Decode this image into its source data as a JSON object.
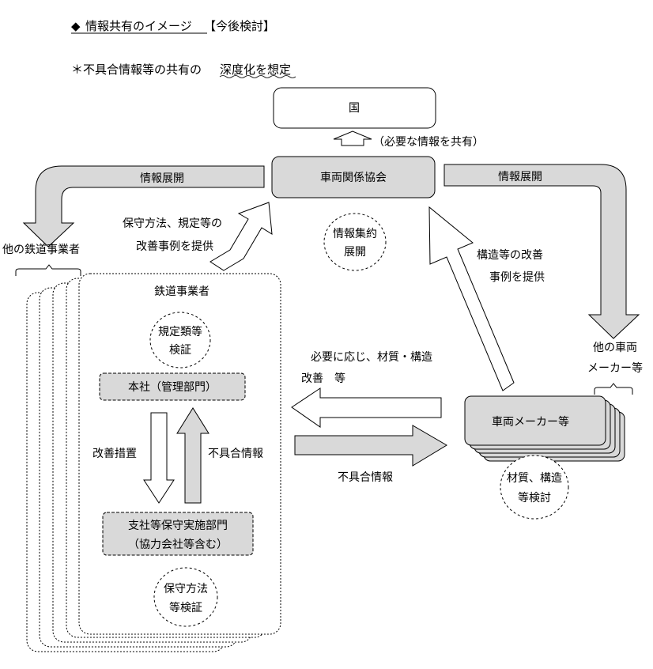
{
  "header": {
    "title_marker": "◆",
    "title": "情報共有のイメージ",
    "title_suffix": "【今後検討】",
    "note_prefix": "＊不具合情報等の共有の",
    "note_emphasis": "深度化を想定"
  },
  "nodes": {
    "kuni": "国",
    "kyokai": "車両関係協会",
    "maker": "車両メーカー等",
    "honsha": "本社（管理部門）",
    "shisha_line1": "支社等保守実施部門",
    "shisha_line2": "（協力会社等含む）",
    "railway_operator": "鉄道事業者",
    "other_railway": "他の鉄道事業者",
    "other_maker_line1": "他の車両",
    "other_maker_line2": "メーカー等"
  },
  "circles": {
    "kyokai_line1": "情報集約",
    "kyokai_line2": "展開",
    "kitei_line1": "規定類等",
    "kitei_line2": "検証",
    "hoshu_line1": "保守方法",
    "hoshu_line2": "等検証",
    "zaishitsu_line1": "材質、構造",
    "zaishitsu_line2": "等検討"
  },
  "labels": {
    "share_needed": "（必要な情報を共有）",
    "info_deploy_left": "情報展開",
    "info_deploy_right": "情報展開",
    "hoshu_teikyo_line1": "保守方法、規定等の",
    "hoshu_teikyo_line2": "改善事例を提供",
    "kozo_teikyo_line1": "構造等の改善",
    "kozo_teikyo_line2": "事例を提供",
    "hitsuyo_line1": "必要に応じ、材質・構造",
    "hitsuyo_line2": "改善　等",
    "fuguai_horizontal": "不具合情報",
    "kaizen_sochi": "改善措置",
    "fuguai_vertical": "不具合情報"
  },
  "colors": {
    "gray_fill": "#d9d9d9",
    "white": "#ffffff",
    "line": "#000000"
  }
}
